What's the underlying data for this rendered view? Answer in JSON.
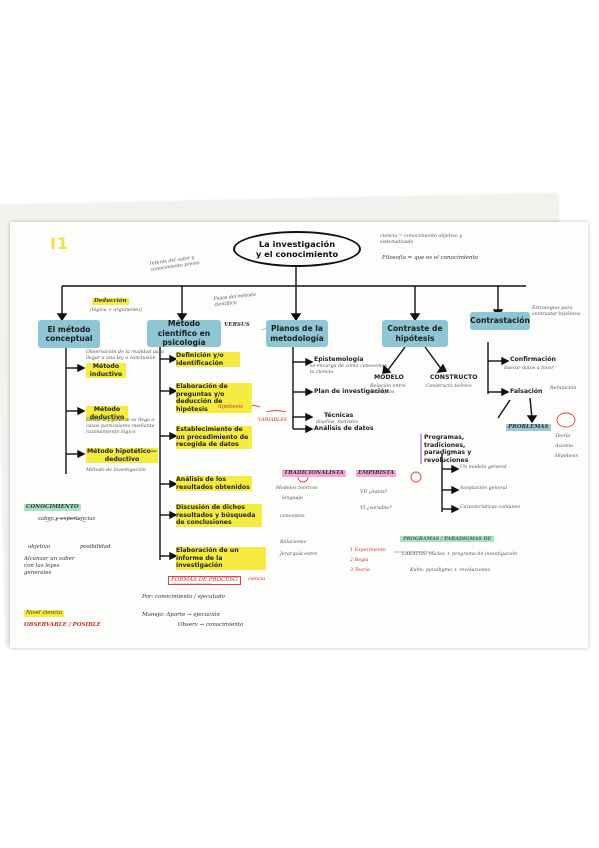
{
  "header": {
    "badge": "I1",
    "title_line1": "La investigación",
    "title_line2": "y el conocimiento",
    "note_top_left": "Interés del autor y conocimiento previo",
    "note_top_right_1": "ciencia = conocimiento objetivo y sistematizado",
    "note_top_right_2": "Filosofía = que es el conocimiento"
  },
  "columns": {
    "col1": {
      "title": "El método conceptual",
      "note_label": "Deducción",
      "note_sub": "(lógica + argumento)",
      "items": [
        {
          "label": "Método inductivo",
          "note": "Observación de la realidad para llegar a una ley o conclusión"
        },
        {
          "label": "Método deductivo",
          "note": "Desde ley general se llega a casos particulares mediante razonamiento lógico"
        },
        {
          "label": "Método hipotético—deductivo",
          "note": "Método de investigación"
        }
      ]
    },
    "col2": {
      "title": "Método científico en psicología",
      "note_top": "Pasos del método científico",
      "note_side": "VERSUS",
      "items": [
        {
          "label": "Definición y/o identificación"
        },
        {
          "label": "Elaboración de preguntas y/o deducción de hipótesis",
          "note": "hipótesis"
        },
        {
          "label": "Establecimiento de un procedimiento de recogida de datos",
          "note": "VARIABLES"
        },
        {
          "label": "Análisis de los resultados obtenidos"
        },
        {
          "label": "Discusión de dichos resultados y búsqueda de conclusiones"
        },
        {
          "label": "Elaboración de un informe de la investigación"
        }
      ],
      "bottom": {
        "heading": "FORMAS DE PROCESO",
        "heading_note": "ciencia",
        "line1": "Por: conocimiento / ejecutado",
        "line2": "Manejo: Aporte → ejecución",
        "line3": "Observ → conocimiento"
      }
    },
    "col3": {
      "title": "Planos de la metodología",
      "items": [
        {
          "label": "Epistemología",
          "note": "se encarga de cómo conocemos la ciencia"
        },
        {
          "label": "Plan de investigación"
        },
        {
          "label": "Técnicas",
          "note": "diseños, métodos"
        },
        {
          "label": "Análisis de datos"
        }
      ],
      "sub": {
        "left_title": "TRADICIONALISTA",
        "left_items": [
          "Modelos teóricos",
          "lenguaje",
          "conceptos",
          "Relaciones",
          "Jerarquía entre"
        ],
        "right_title": "EMPIRISTA",
        "right_items": [
          "VD ¿datos?",
          "VI ¿variable?",
          "1 Experimento",
          "2 Regla",
          "3 Teoría"
        ]
      }
    },
    "col4": {
      "title": "Contraste de hipótesis",
      "left_label": "MODELO",
      "left_note": "Relación entre conceptos",
      "right_label": "CONSTRUCTO",
      "right_note": "Constructo teórico",
      "programs": {
        "heading": "Programas, tradiciones, paradigmas y revoluciones",
        "items": [
          "Un modelo general",
          "Aceptación general",
          "Características comunes"
        ]
      },
      "bottom": {
        "heading": "PROGRAMAS / PARADIGMAS DE",
        "line1": "LAKATOS: núcleo + programa de investigación",
        "line2": "Kuhn: paradigma + revoluciones"
      }
    },
    "col5": {
      "title": "Contrastación",
      "note_top": "Estrategias para contrastar hipótesis",
      "items": [
        {
          "label": "Confirmación",
          "note": "buscar datos a favor"
        },
        {
          "label": "Falsación",
          "note": "Refutación"
        }
      ],
      "label_problems": "PROBLEMAS",
      "problems_list": [
        "Teoría",
        "Axioma",
        "Hipótesis"
      ]
    }
  },
  "left_margin": {
    "heading": "CONOCIMIENTO",
    "sub": "saber y experiencias",
    "left": "objetivo",
    "right": "posibilidad",
    "note": "Alcanzar un saber con las leyes generales",
    "yellow": "Nivel ciencia",
    "bottom": "OBSERVABLE / POSIBLE"
  }
}
